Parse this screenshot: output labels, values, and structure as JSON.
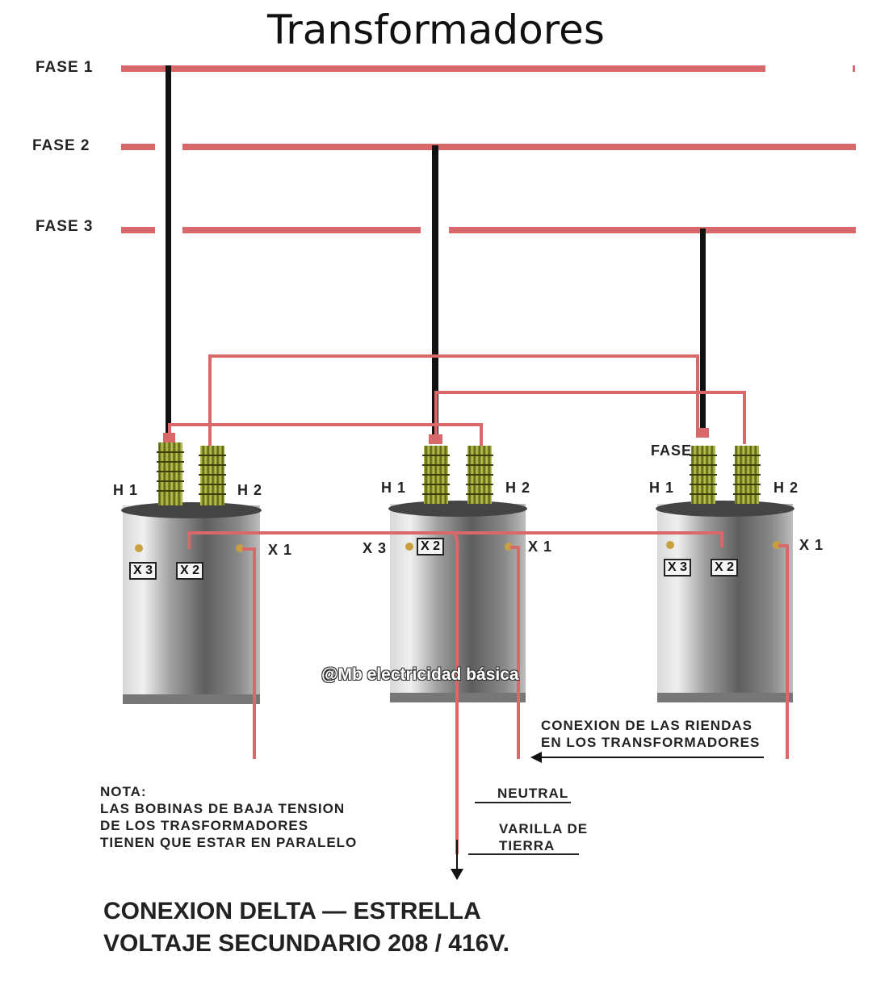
{
  "title": "Transformadores",
  "phases": [
    "FASE 1",
    "FASE 2",
    "FASE 3"
  ],
  "transformers": [
    {
      "h1": "H 1",
      "h2": "H 2",
      "x1": "X 1",
      "x2": "X 2",
      "x3": "X 3"
    },
    {
      "h1": "H 1",
      "h2": "H 2",
      "x1": "X 1",
      "x2": "X 2",
      "x3": "X 3"
    },
    {
      "h1": "H 1",
      "h2": "H 2",
      "x1": "X 1",
      "x2": "X 2",
      "x3": "X 3",
      "fase": "FASE"
    }
  ],
  "annotations": {
    "riendas_line1": "CONEXION DE LAS RIENDAS",
    "riendas_line2": "EN LOS TRANSFORMADORES",
    "neutral": "NEUTRAL",
    "varilla_line1": "VARILLA DE",
    "varilla_line2": "TIERRA"
  },
  "note": {
    "line1": "NOTA:",
    "line2": "LAS BOBINAS DE BAJA TENSION",
    "line3": "DE LOS TRASFORMADORES",
    "line4": "TIENEN QUE ESTAR EN PARALELO"
  },
  "footer": {
    "line1": "CONEXION DELTA — ESTRELLA",
    "line2": "VOLTAJE SECUNDARIO 208 / 416V."
  },
  "watermark": "@Mb electricidad básica",
  "colors": {
    "line": "#d9686b",
    "wire": "#111111",
    "bushing": "#9aa530",
    "tank": "#9b9b9b"
  }
}
